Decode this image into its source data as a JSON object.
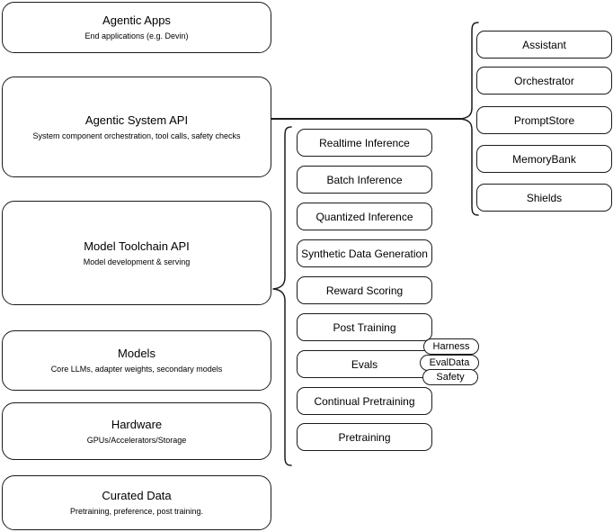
{
  "diagram": {
    "title": "Agentic AI stack architecture diagram",
    "stroke_color": "#1b1b1b",
    "background_color": "#ffffff"
  },
  "layers": [
    {
      "name": "agentic-apps",
      "title": "Agentic Apps",
      "subtitle": "End applications (e.g. Devin)"
    },
    {
      "name": "agentic-system-api",
      "title": "Agentic System API",
      "subtitle": "System component orchestration, tool calls, safety checks"
    },
    {
      "name": "model-toolchain-api",
      "title": "Model Toolchain API",
      "subtitle": "Model development & serving"
    },
    {
      "name": "models",
      "title": "Models",
      "subtitle": "Core LLMs, adapter weights, secondary models"
    },
    {
      "name": "hardware",
      "title": "Hardware",
      "subtitle": "GPUs/Accelerators/Storage"
    },
    {
      "name": "curated-data",
      "title": "Curated Data",
      "subtitle": "Pretraining, preference, post training."
    }
  ],
  "toolchain_capabilities": [
    {
      "name": "realtime-inference",
      "label": "Realtime Inference"
    },
    {
      "name": "batch-inference",
      "label": "Batch Inference"
    },
    {
      "name": "quantized-inference",
      "label": "Quantized Inference"
    },
    {
      "name": "synthetic-data-generation",
      "label": "Synthetic Data Generation"
    },
    {
      "name": "reward-scoring",
      "label": "Reward Scoring"
    },
    {
      "name": "post-training",
      "label": "Post Training"
    },
    {
      "name": "evals",
      "label": "Evals"
    },
    {
      "name": "continual-pretraining",
      "label": "Continual Pretraining"
    },
    {
      "name": "pretraining",
      "label": "Pretraining"
    }
  ],
  "evals_badges": [
    {
      "name": "harness",
      "label": "Harness"
    },
    {
      "name": "evaldata",
      "label": "EvalData"
    },
    {
      "name": "safety",
      "label": "Safety"
    }
  ],
  "system_components": [
    {
      "name": "assistant",
      "label": "Assistant"
    },
    {
      "name": "orchestrator",
      "label": "Orchestrator"
    },
    {
      "name": "promptstore",
      "label": "PromptStore"
    },
    {
      "name": "memorybank",
      "label": "MemoryBank"
    },
    {
      "name": "shields",
      "label": "Shields"
    }
  ]
}
